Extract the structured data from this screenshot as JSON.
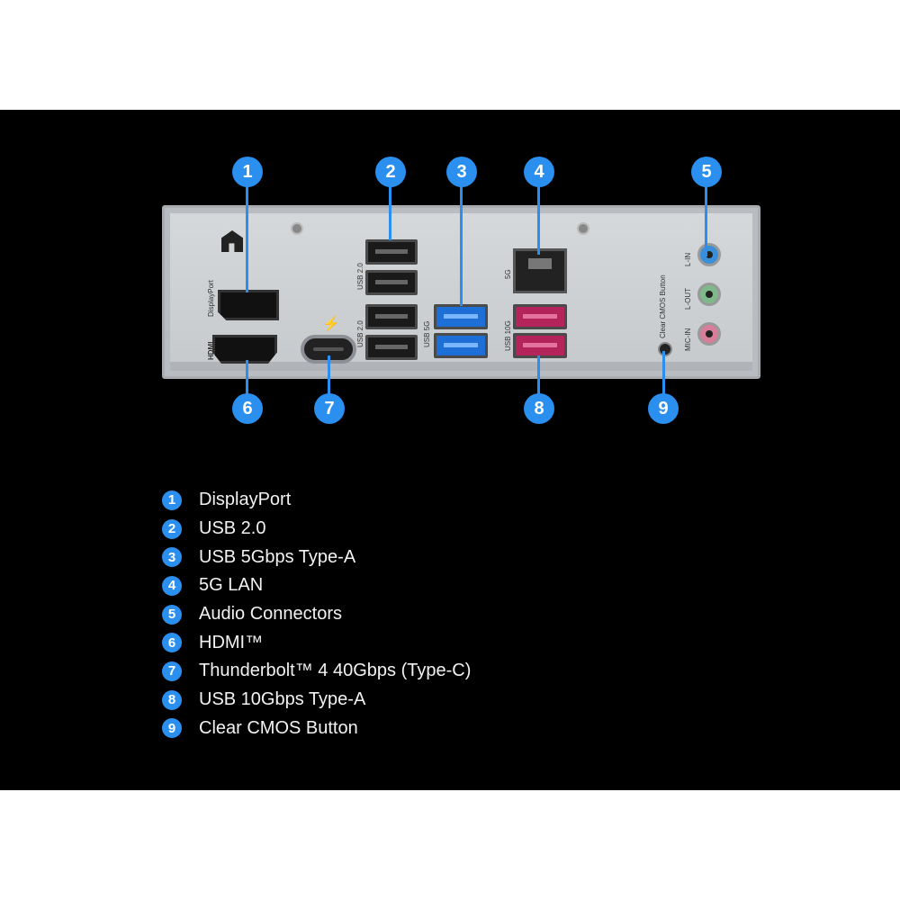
{
  "panel": {
    "port_labels": {
      "displayport": "DisplayPort",
      "hdmi": "HDMI",
      "usb20_top": "USB 2.0",
      "usb20_bottom": "USB 2.0",
      "usb5g": "USB 5G",
      "lan5g": "5G",
      "usb10g": "USB 10G",
      "clear_cmos": "Clear CMOS Button",
      "line_in": "L-IN",
      "line_out": "L-OUT",
      "mic_in": "MIC-IN"
    },
    "thunderbolt_symbol": "⚡",
    "callouts": [
      "1",
      "2",
      "3",
      "4",
      "5",
      "6",
      "7",
      "8",
      "9"
    ]
  },
  "legend": [
    {
      "num": "1",
      "label": "DisplayPort"
    },
    {
      "num": "2",
      "label": "USB 2.0"
    },
    {
      "num": "3",
      "label": "USB 5Gbps Type-A"
    },
    {
      "num": "4",
      "label": "5G LAN"
    },
    {
      "num": "5",
      "label": "Audio Connectors"
    },
    {
      "num": "6",
      "label": "HDMI™"
    },
    {
      "num": "7",
      "label": "Thunderbolt™ 4 40Gbps (Type-C)"
    },
    {
      "num": "8",
      "label": "USB 10Gbps Type-A"
    },
    {
      "num": "9",
      "label": "Clear CMOS Button"
    }
  ],
  "colors": {
    "accent": "#2b8ff0",
    "usb_blue": "#1d6fd6",
    "usb_red": "#b3245a",
    "jack_blue": "#3a8fd8",
    "jack_green": "#7fb98a",
    "jack_pink": "#d77e9a"
  }
}
